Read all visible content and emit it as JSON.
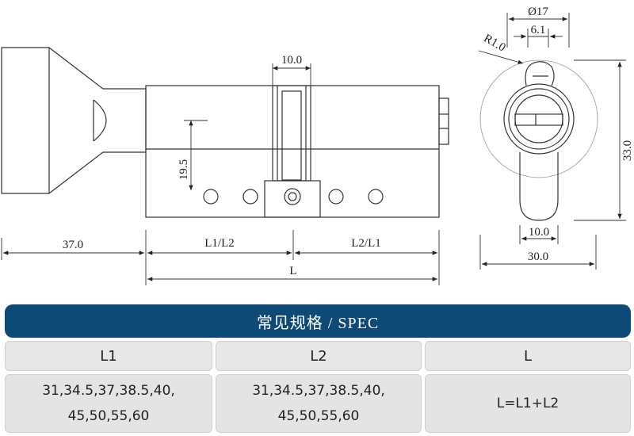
{
  "dims": {
    "d17": "Ø17",
    "d6_1": "6.1",
    "r1_0": "R1.0",
    "d10_top": "10.0",
    "d19_5": "19.5",
    "d33": "33.0",
    "d10_side": "10.0",
    "d30": "30.0",
    "d37": "37.0",
    "l1l2": "L1/L2",
    "l2l1": "L2/L1",
    "l": "L"
  },
  "spec": {
    "title": "常见规格 / SPEC",
    "headers": [
      "L1",
      "L2",
      "L"
    ],
    "rows": [
      [
        "31,34.5,37,38.5,40,",
        "31,34.5,37,38.5,40,",
        "L=L1+L2"
      ],
      [
        "45,50,55,60",
        "45,50,55,60",
        ""
      ]
    ]
  }
}
